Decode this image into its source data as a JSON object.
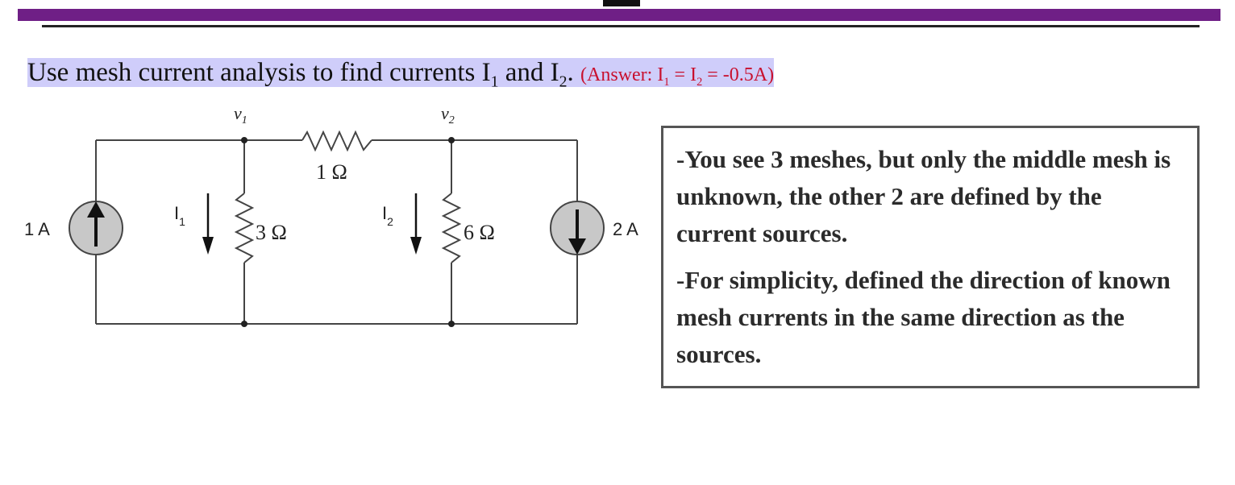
{
  "heading": {
    "line": "Use mesh current analysis to find currents I",
    "sub1": "1",
    "and": " and I",
    "sub2": "2",
    "period": ". ",
    "answer_start": "(Answer: I",
    "answer_sub1": "1",
    "answer_mid": " = I",
    "answer_sub2": "2",
    "answer_end": " = -0.5A)"
  },
  "circuit": {
    "node_v1": "v",
    "node_v1_sub": "1",
    "node_v2": "v",
    "node_v2_sub": "2",
    "r_series": "1 Ω",
    "r_left": "3 Ω",
    "r_right": "6 Ω",
    "src_left": "1 A",
    "src_right": "2 A",
    "i1": "I",
    "i1_sub": "1",
    "i2": "I",
    "i2_sub": "2"
  },
  "notes": [
    "-You  see 3 meshes, but only the middle mesh is unknown, the other 2 are defined by the current sources.",
    "-For simplicity, defined the direction of known mesh currents in the same direction as the sources."
  ],
  "colors": {
    "top_bar": "#6f1f86",
    "highlight": "#cfcdfa",
    "answer": "#c8102e"
  }
}
